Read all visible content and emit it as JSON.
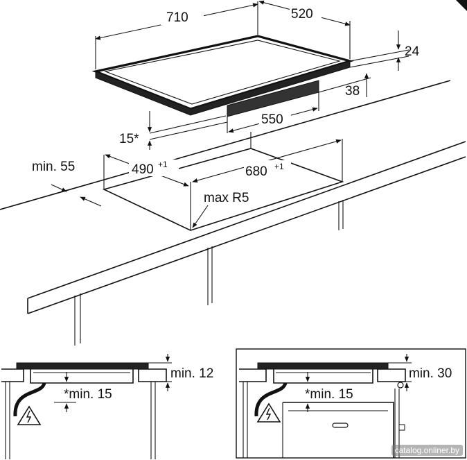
{
  "top_view": {
    "width": "710",
    "depth": "520",
    "thickness": "24",
    "body_height": "38",
    "body_width": "550",
    "glass_offset": "15*"
  },
  "cutout": {
    "front_min": "min. 55",
    "depth": "490",
    "depth_tol": "+1",
    "width": "680",
    "width_tol": "+1",
    "radius": "max R5"
  },
  "detail_left": {
    "clearance_top": "min. 12",
    "clearance_bottom": "*min. 15"
  },
  "detail_right": {
    "clearance_top": "min. 30",
    "clearance_bottom": "*min. 15"
  },
  "watermark": "catalog.onliner.by"
}
